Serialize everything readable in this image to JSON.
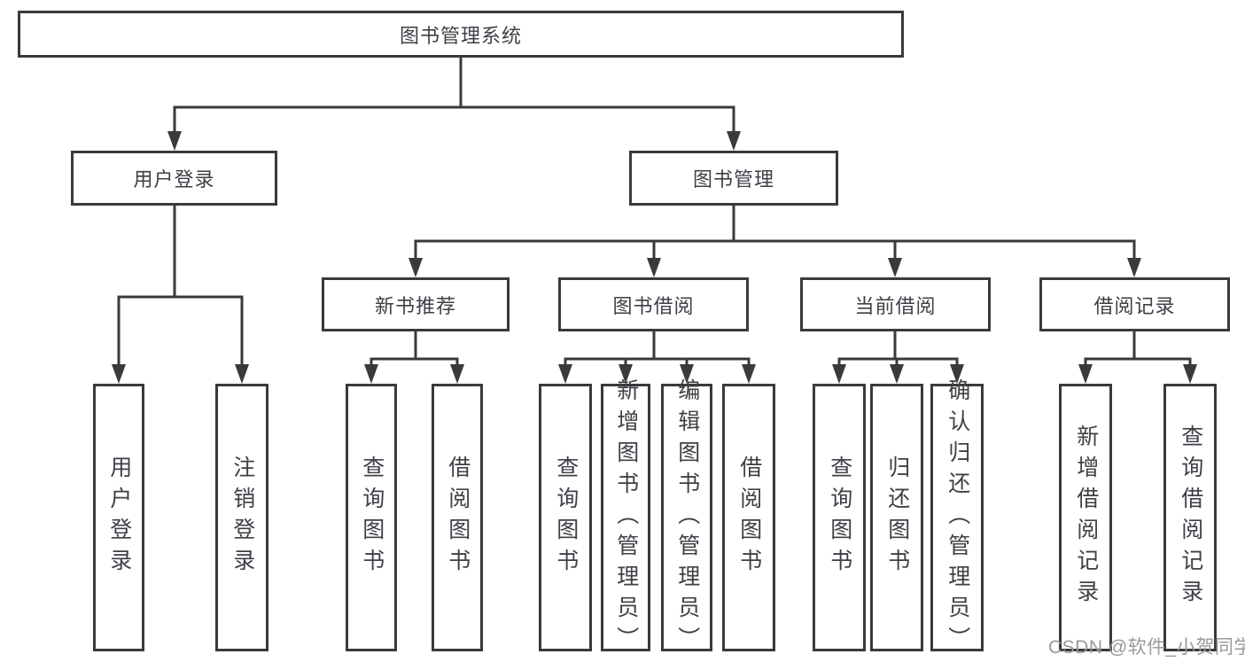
{
  "tree": {
    "root": {
      "label": "图书管理系统"
    },
    "branches": [
      {
        "label": "用户登录",
        "children": [
          {
            "label": "用户登录"
          },
          {
            "label": "注销登录"
          }
        ]
      },
      {
        "label": "图书管理",
        "groups": [
          {
            "label": "新书推荐",
            "children": [
              {
                "label": "查询图书"
              },
              {
                "label": "借阅图书"
              }
            ]
          },
          {
            "label": "图书借阅",
            "children": [
              {
                "label": "查询图书"
              },
              {
                "label": "新增图书（管理员）"
              },
              {
                "label": "编辑图书（管理员）"
              },
              {
                "label": "借阅图书"
              }
            ]
          },
          {
            "label": "当前借阅",
            "children": [
              {
                "label": "查询图书"
              },
              {
                "label": "归还图书"
              },
              {
                "label": "确认归还（管理员）"
              }
            ]
          },
          {
            "label": "借阅记录",
            "children": [
              {
                "label": "新增借阅记录"
              },
              {
                "label": "查询借阅记录"
              }
            ]
          }
        ]
      }
    ]
  },
  "watermark": "CSDN @软件_小贺同学",
  "colors": {
    "line": "#3a3a3a",
    "text": "#3d4046",
    "watermark": "#9a9a9a",
    "background": "#ffffff"
  }
}
